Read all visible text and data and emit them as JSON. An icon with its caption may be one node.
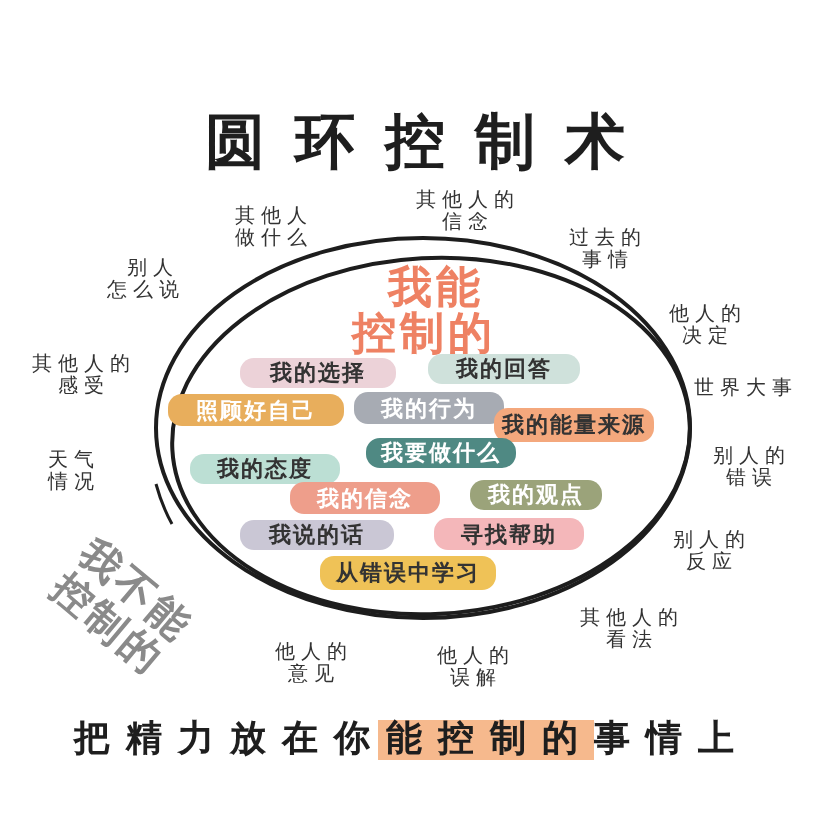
{
  "diagram": {
    "title": "圆环控制术",
    "caption": "把精力放在你能控制的事情上",
    "nodes": [
      {
        "text": [
          "我能控制的"
        ]
      },
      {
        "text": [
          "我的选择"
        ],
        "in": 0
      },
      {
        "text": [
          "我的回答"
        ],
        "in": 0
      },
      {
        "text": [
          "照顾好自己"
        ],
        "in": 0
      },
      {
        "text": [
          "我的行为"
        ],
        "in": 0
      },
      {
        "text": [
          "我的能量来源"
        ],
        "in": 0
      },
      {
        "text": [
          "我要做什么"
        ],
        "in": 0
      },
      {
        "text": [
          "我的态度"
        ],
        "in": 0
      },
      {
        "text": [
          "我的信念"
        ],
        "in": 0
      },
      {
        "text": [
          "我的观点"
        ],
        "in": 0
      },
      {
        "text": [
          "我说的话"
        ],
        "in": 0
      },
      {
        "text": [
          "寻找帮助"
        ],
        "in": 0
      },
      {
        "text": [
          "从错误中学习"
        ],
        "in": 0
      }
    ],
    "labels": [
      "其他人的信念",
      "其他人做什么",
      "过去的事情",
      "别人怎么说",
      "他人的决定",
      "其他人的感受",
      "世界大事",
      "别人的错误",
      "天气情况",
      "我不能控制的",
      "别人的反应",
      "其他人的看法",
      "他人的意见",
      "他人的误解"
    ]
  }
}
